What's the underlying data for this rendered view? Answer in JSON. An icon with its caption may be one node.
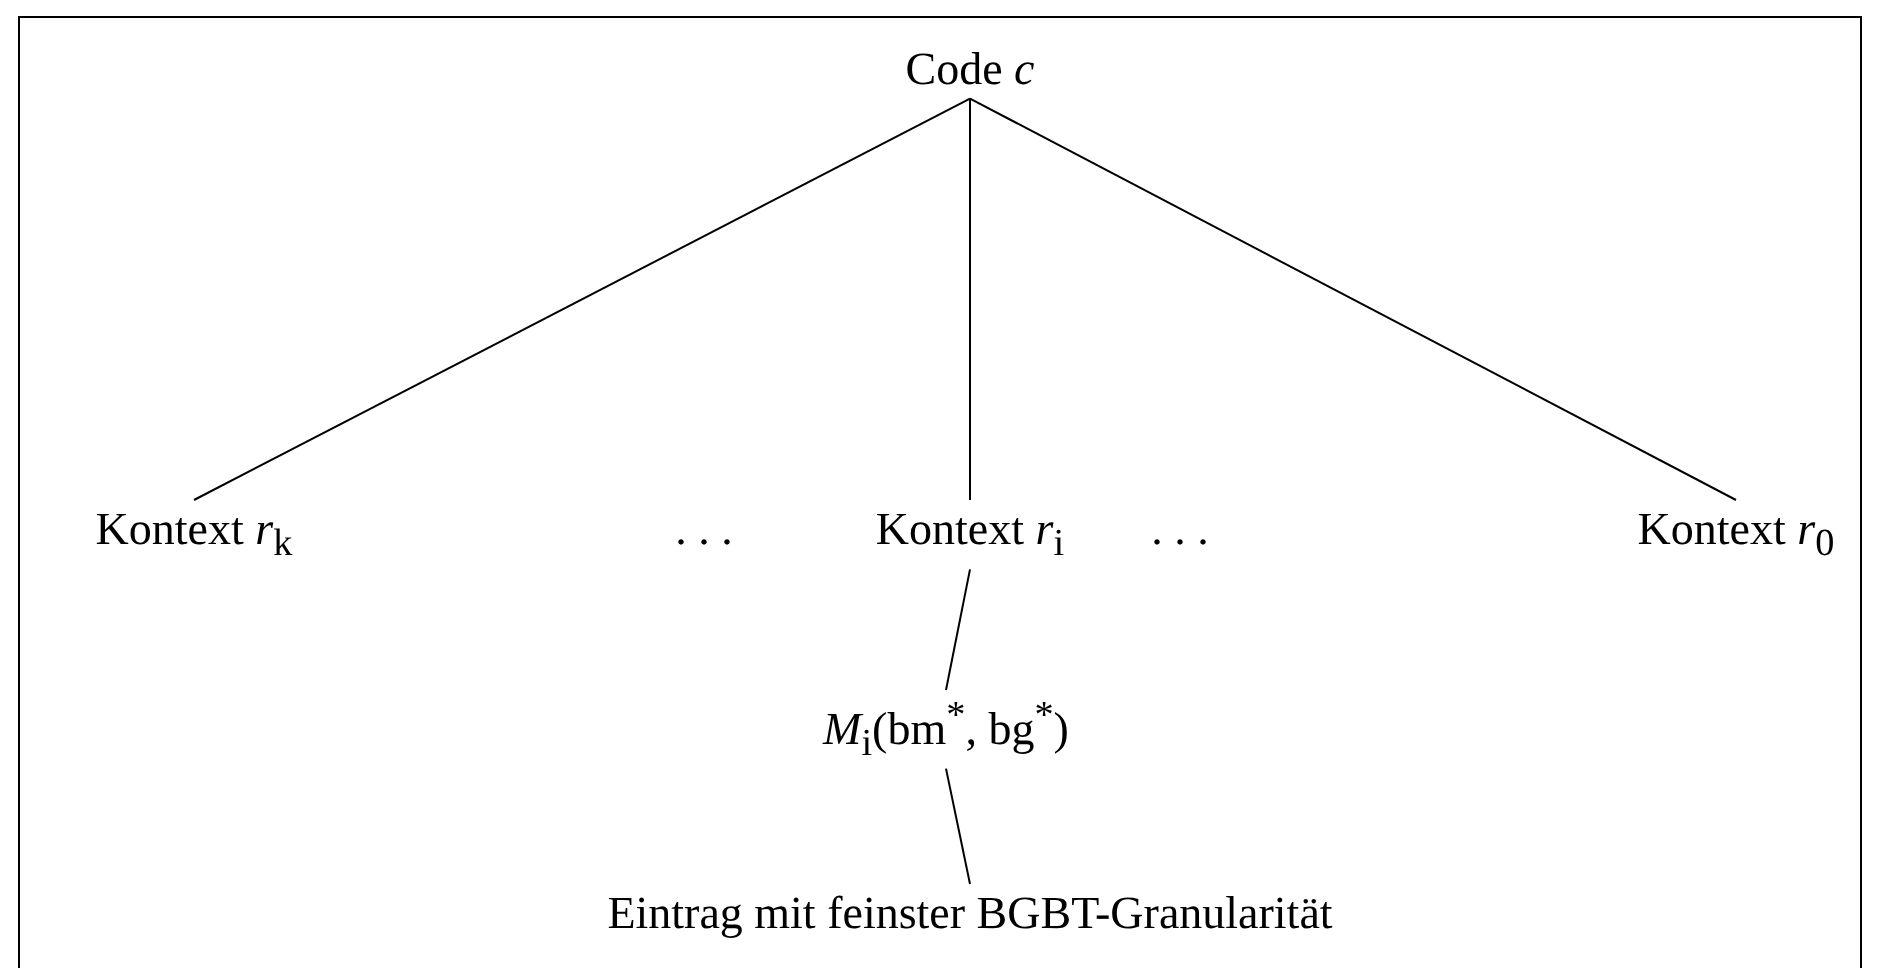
{
  "diagram": {
    "nodes": [
      {
        "text": [
          "Code *c*"
        ]
      },
      {
        "text": [
          "Kontext *r*$_{k}$"
        ]
      },
      {
        "text": [
          "Kontext *r*$_{i}$"
        ]
      },
      {
        "text": [
          "Kontext *r*$_{0}$"
        ]
      },
      {
        "text": [
          "*M*$_{i}$(bm$^{*}$, bg$^{*}$)"
        ]
      },
      {
        "text": [
          "Eintrag mit feinster BGBT-Granularität"
        ]
      }
    ],
    "edges": [
      {
        "from": 0,
        "to": 1,
        "arrow": "none"
      },
      {
        "from": 0,
        "to": 2,
        "arrow": "none"
      },
      {
        "from": 0,
        "to": 3,
        "arrow": "none"
      },
      {
        "from": 2,
        "to": 4,
        "arrow": "none"
      },
      {
        "from": 4,
        "to": 5,
        "arrow": "none"
      }
    ],
    "labels": [
      ". . .",
      ". . ."
    ]
  }
}
